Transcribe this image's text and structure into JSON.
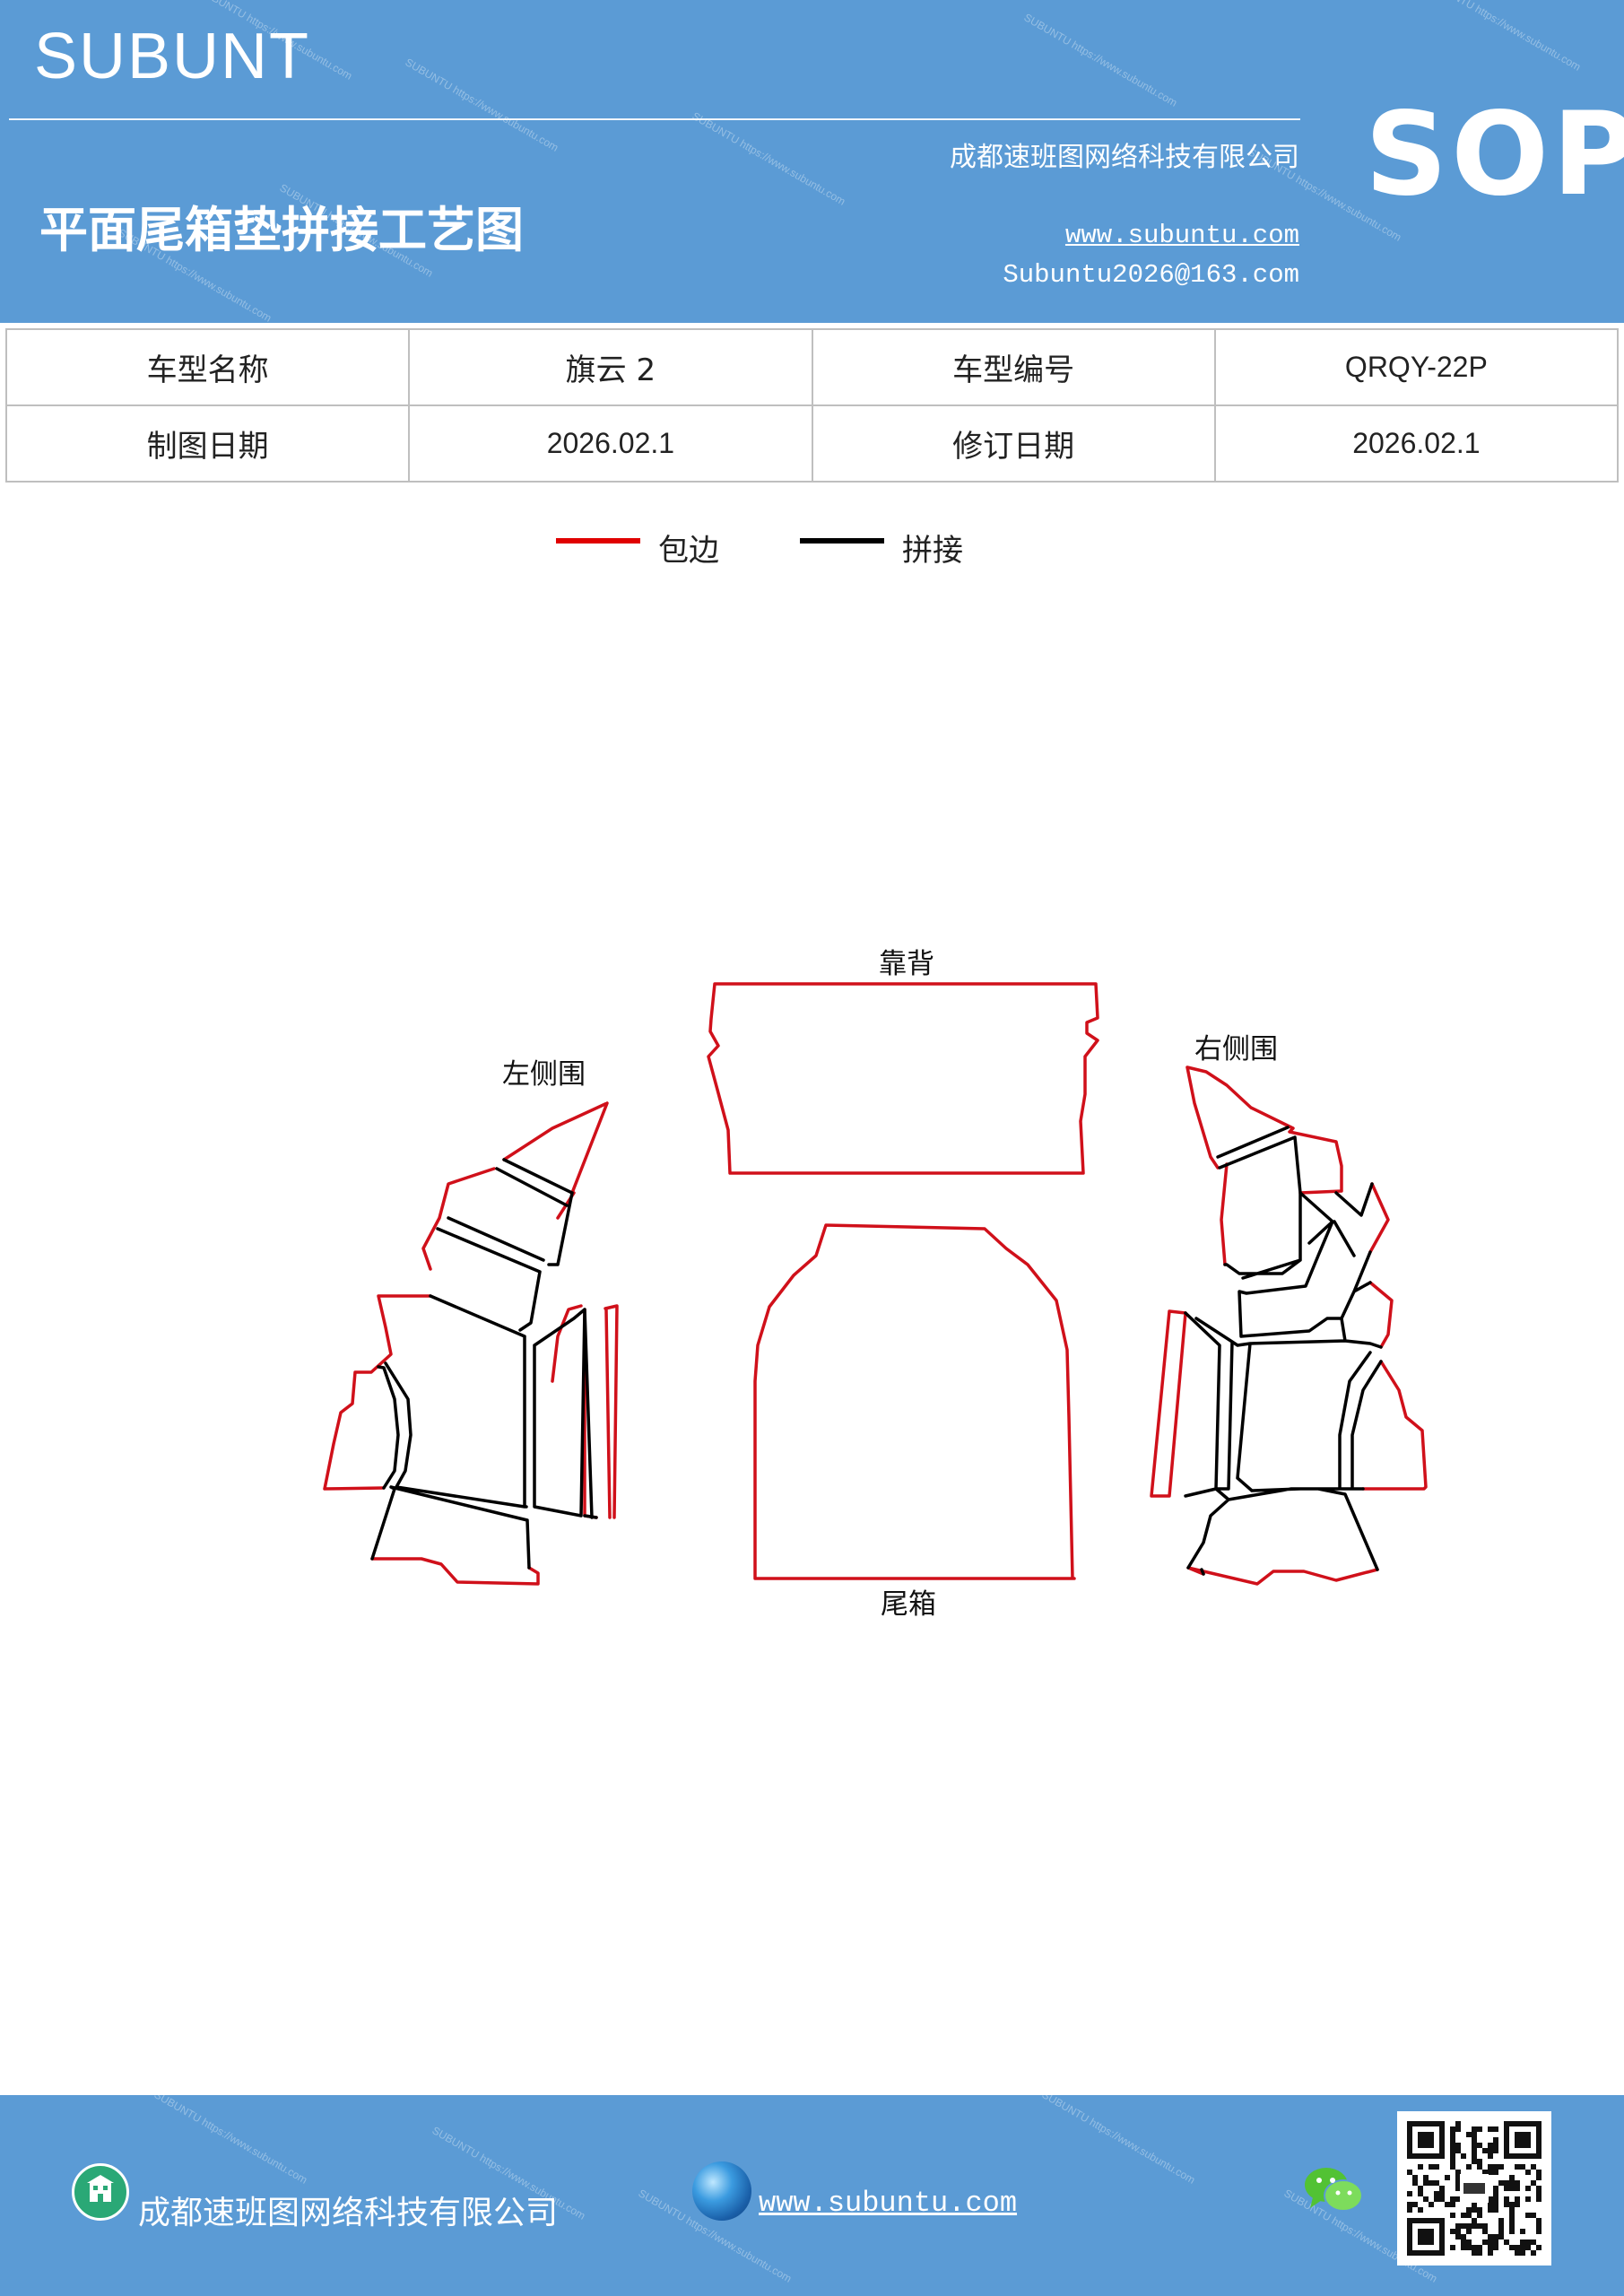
{
  "header": {
    "brand": "SUBUNT",
    "title": "平面尾箱垫拼接工艺图",
    "company": "成都速班图网络科技有限公司",
    "website": "www.subuntu.com",
    "email": "Subuntu2026@163.com",
    "sop": "SOP"
  },
  "info_table": {
    "rows": [
      [
        "车型名称",
        "旗云 2",
        "车型编号",
        "QRQY-22P"
      ],
      [
        "制图日期",
        "2026.02.1",
        "修订日期",
        "2026.02.1"
      ]
    ]
  },
  "legend": {
    "items": [
      {
        "label": "包边",
        "color": "#e00000"
      },
      {
        "label": "拼接",
        "color": "#000000"
      }
    ]
  },
  "diagram": {
    "labels": {
      "back": "靠背",
      "trunk": "尾箱",
      "left": "左侧围",
      "right": "右侧围"
    },
    "colors": {
      "edge": "#d0101a",
      "seam": "#000000"
    }
  },
  "footer": {
    "company": "成都速班图网络科技有限公司",
    "website": "www.subuntu.com",
    "icons": [
      "building-icon",
      "globe-icon",
      "wechat-icon",
      "qr-code"
    ]
  }
}
